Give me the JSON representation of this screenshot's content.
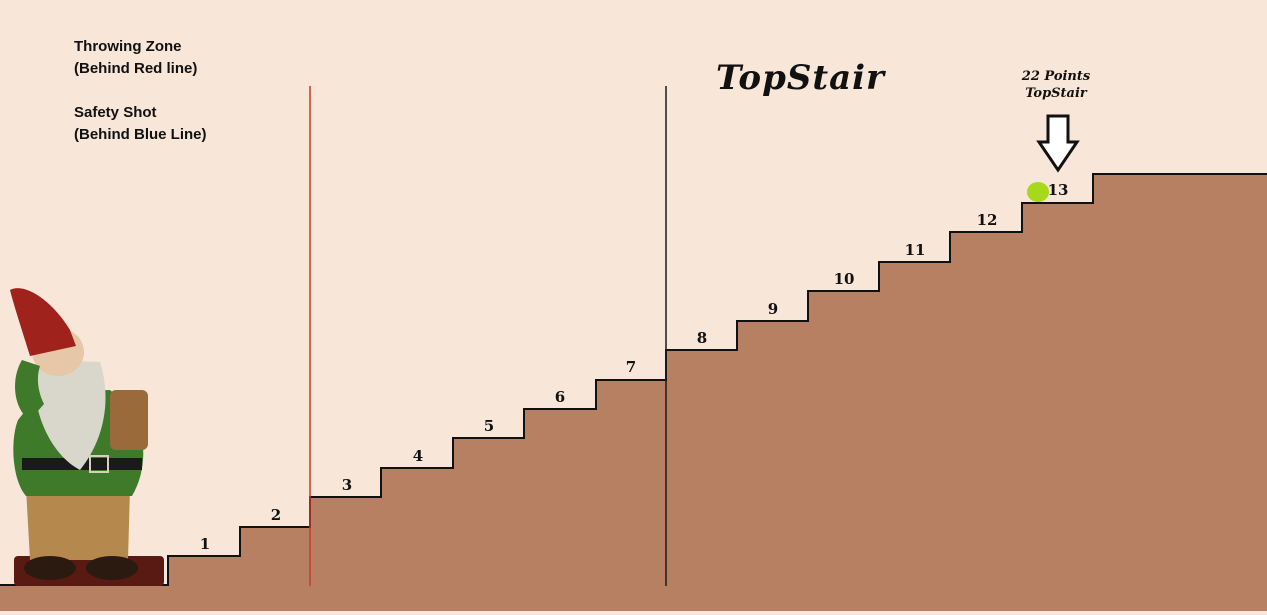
{
  "notes": {
    "throwing_zone": [
      "Throwing Zone",
      "(Behind Red line)"
    ],
    "safety_shot": [
      "Safety Shot",
      "(Behind Blue Line)"
    ]
  },
  "title": "TopStair",
  "callout": {
    "points": "22 Points",
    "name": "TopStair"
  },
  "steps": [
    "1",
    "2",
    "3",
    "4",
    "5",
    "6",
    "7",
    "8",
    "9",
    "10",
    "11",
    "12",
    "13"
  ],
  "colors": {
    "background": "#f8e6d8",
    "stairs": "#b88062",
    "red_line": "#c83a2a",
    "blue_line": "#1a1a1a",
    "ball": "#a8d81c"
  },
  "icons": [
    "gnome-figure",
    "down-arrow-icon",
    "ball-marker"
  ]
}
